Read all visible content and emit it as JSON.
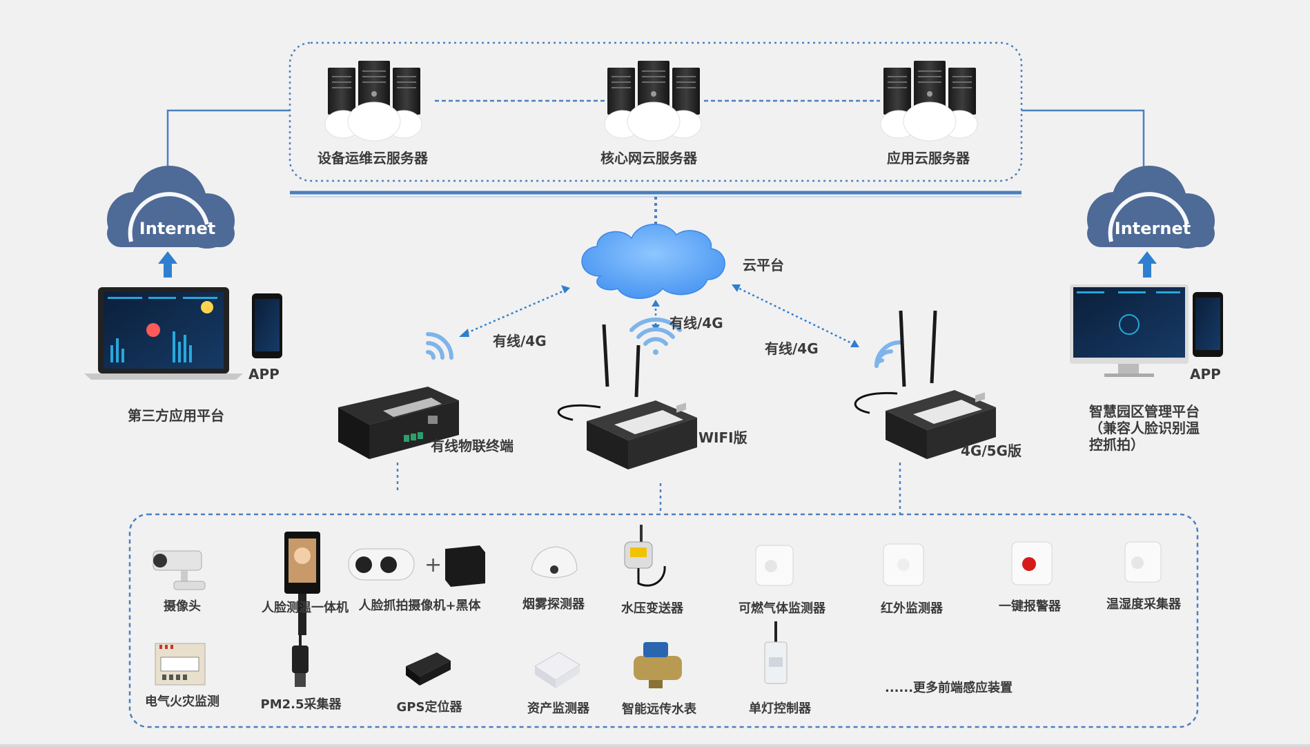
{
  "servers": [
    {
      "label": "设备运维云服务器"
    },
    {
      "label": "核心网云服务器"
    },
    {
      "label": "应用云服务器"
    }
  ],
  "cloud_platform": {
    "label": "云平台"
  },
  "internet": {
    "left": "Internet",
    "right": "Internet"
  },
  "links": {
    "left": "有线/4G",
    "center": "有线/4G",
    "right": "有线/4G"
  },
  "third_party": {
    "label": "第三方应用平台",
    "app": "APP"
  },
  "smart_park": {
    "line1": "智慧园区管理平台",
    "line2": "（兼容人脸识别温",
    "line3": "控抓拍）",
    "app": "APP"
  },
  "terminals": {
    "wired": "有线物联终端",
    "wifi": "WIFI版",
    "g45": "4G/5G版"
  },
  "devices_row1": [
    {
      "label": "摄像头"
    },
    {
      "label": "人脸测温一体机"
    },
    {
      "label": "人脸抓拍摄像机+黑体"
    },
    {
      "label": "烟雾探测器"
    },
    {
      "label": "水压变送器"
    },
    {
      "label": "可燃气体监测器"
    },
    {
      "label": "红外监测器"
    },
    {
      "label": "一键报警器"
    },
    {
      "label": "温湿度采集器"
    }
  ],
  "devices_row2": [
    {
      "label": "电气火灾监测"
    },
    {
      "label": "PM2.5采集器"
    },
    {
      "label": "GPS定位器"
    },
    {
      "label": "资产监测器"
    },
    {
      "label": "智能远传水表"
    },
    {
      "label": "单灯控制器"
    }
  ],
  "more": "......更多前端感应装置",
  "colors": {
    "line": "#4a7fc1",
    "cloud_dark": "#4e6a96",
    "cloud_light": "#5b9bd5",
    "arrow": "#2f7fd0"
  }
}
